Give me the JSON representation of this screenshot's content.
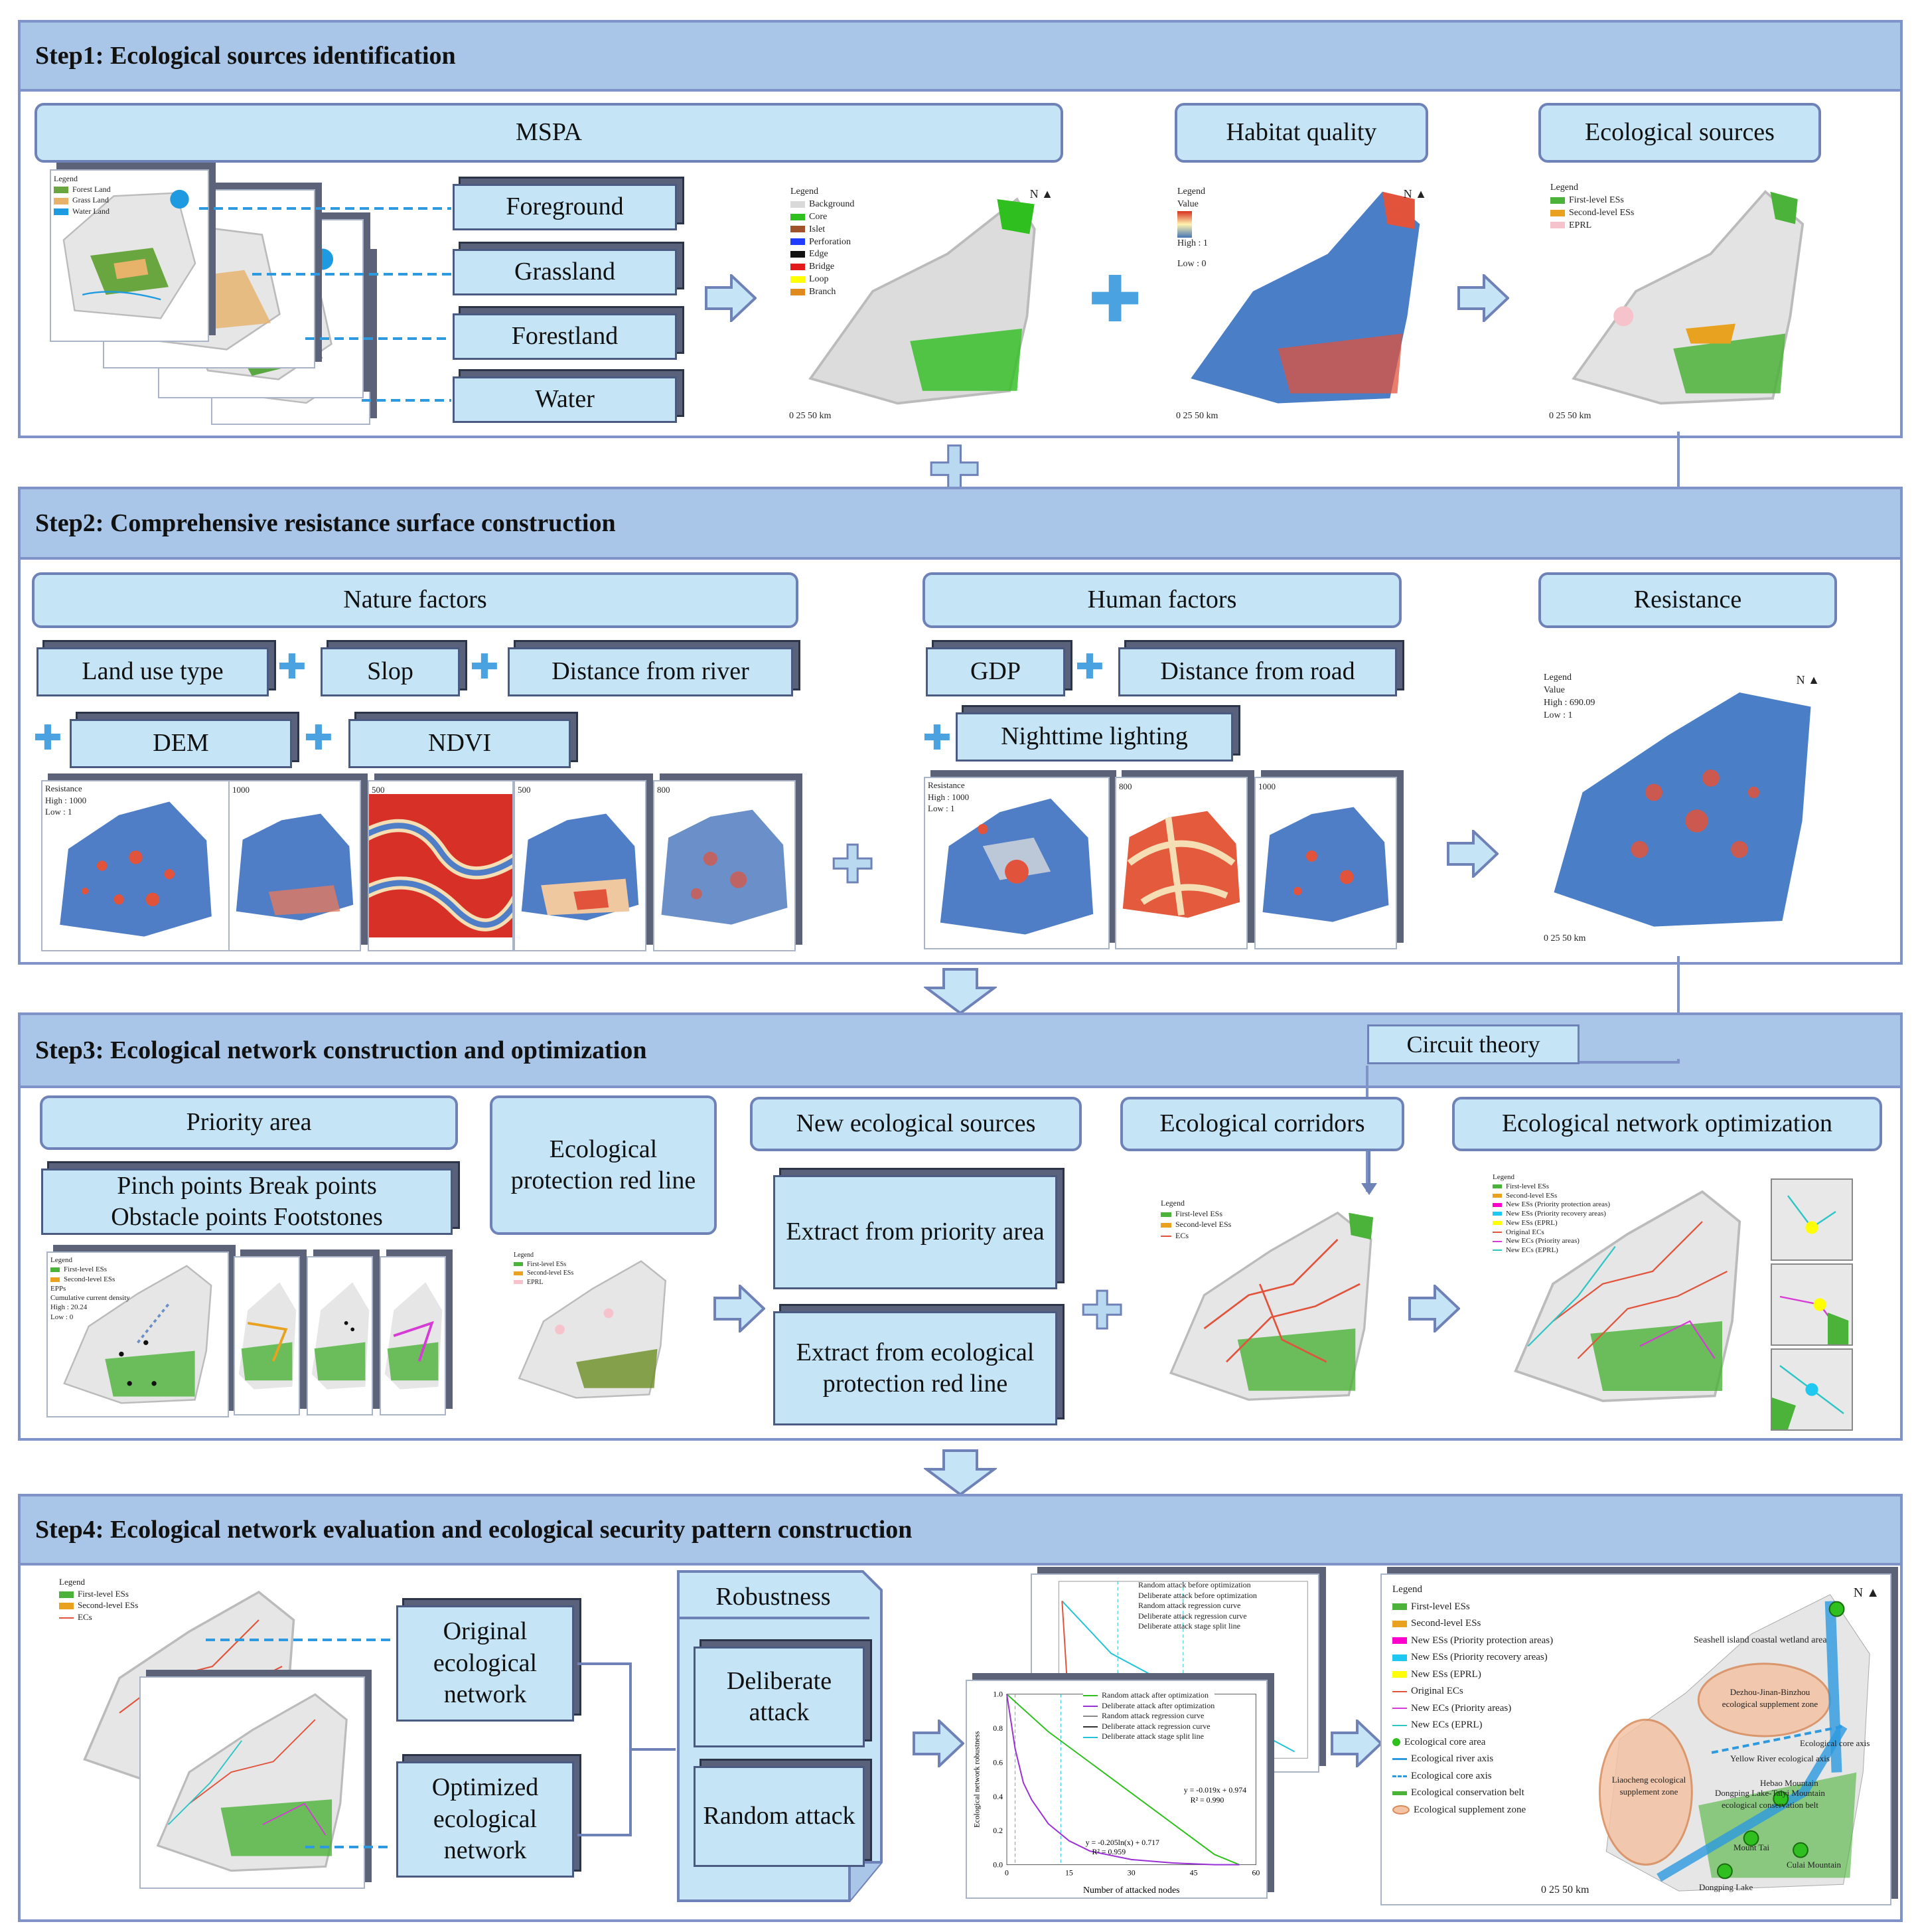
{
  "step1": {
    "title": "Step1: Ecological sources identification",
    "mspa": "MSPA",
    "habitat": "Habitat quality",
    "sources": "Ecological sources",
    "layers": [
      "Foreground",
      "Grassland",
      "Forestland",
      "Water"
    ],
    "landuse_legend": {
      "title": "Legend",
      "items": [
        "Forest Land",
        "Grass Land",
        "Water Land"
      ]
    },
    "mspa_legend": {
      "title": "Legend",
      "items": [
        "Background",
        "Core",
        "Islet",
        "Perforation",
        "Edge",
        "Bridge",
        "Loop",
        "Branch"
      ],
      "colors": [
        "#d9d9d9",
        "#2fbf1f",
        "#a0522d",
        "#1f3cff",
        "#111111",
        "#e31a1c",
        "#ffff00",
        "#e08a1e"
      ]
    },
    "hq_legend": {
      "title": "Legend",
      "value": "Value",
      "high": "High : 1",
      "low": "Low : 0"
    },
    "es_legend": {
      "title": "Legend",
      "items": [
        "First-level ESs",
        "Second-level ESs",
        "EPRL"
      ]
    },
    "scale": "0   25   50 km"
  },
  "step2": {
    "title": "Step2: Comprehensive resistance surface construction",
    "nature": "Nature factors",
    "human": "Human factors",
    "resistance": "Resistance",
    "nature_factors": [
      "Land use type",
      "Slop",
      "Distance from river",
      "DEM",
      "NDVI"
    ],
    "human_factors": [
      "GDP",
      "Distance from road",
      "Nighttime lighting"
    ],
    "res_legend": {
      "title": "Resistance",
      "high": "High : 1000",
      "low": "Low : 1"
    },
    "small_high_values": [
      "1000",
      "500",
      "500",
      "800"
    ],
    "human_small_values": [
      "800",
      "1000"
    ],
    "final_legend": {
      "title": "Legend",
      "value": "Value",
      "high": "High : 690.09",
      "low": "Low : 1"
    },
    "scale": "0  25  50 km"
  },
  "step3": {
    "title": "Step3: Ecological network construction and optimization",
    "circuit": "Circuit theory",
    "priority": "Priority area",
    "points_line1": "Pinch points  Break points",
    "points_line2": "Obstacle points  Footstones",
    "eprl": "Ecological protection red line",
    "new_sources": "New ecological sources",
    "extract1": "Extract from priority area",
    "extract2": "Extract from ecological protection red line",
    "corridors": "Ecological corridors",
    "optimization": "Ecological network optimization",
    "priority_legend": {
      "title": "Legend",
      "items": [
        "First-level ESs",
        "Second-level ESs",
        "EPPs",
        "Cumulative current density",
        "High : 20.24",
        "Low : 0"
      ]
    },
    "eprl_legend": {
      "title": "Legend",
      "items": [
        "First-level ESs",
        "Second-level ESs",
        "EPRL"
      ]
    },
    "corr_legend": {
      "title": "Legend",
      "items": [
        "First-level ESs",
        "Second-level ESs",
        "ECs"
      ]
    },
    "opt_legend": {
      "title": "Legend",
      "items": [
        "First-level ESs",
        "Second-level ESs",
        "New ESs (Priority protection areas)",
        "New ESs (Priority recovery areas)",
        "New ESs (EPRL)",
        "Original ECs",
        "New ECs (Priority areas)",
        "New ECs (EPRL)"
      ]
    }
  },
  "step4": {
    "title": "Step4: Ecological network evaluation and ecological security pattern construction",
    "original": "Original ecological network",
    "optimized": "Optimized ecological network",
    "robustness": "Robustness",
    "deliberate": "Deliberate attack",
    "random": "Random attack",
    "net_legend": {
      "title": "Legend",
      "items": [
        "First-level ESs",
        "Second-level ESs",
        "ECs"
      ]
    },
    "chart_back_legend": [
      "Random attack before optimization",
      "Deliberate attack before optimization",
      "Random attack regression curve",
      "Deliberate attack regression curve",
      "Deliberate attack stage split line"
    ],
    "chart_front_legend": [
      "Random attack after optimization",
      "Deliberate attack after optimization",
      "Random attack regression curve",
      "Deliberate attack regression curve",
      "Deliberate attack stage split line"
    ],
    "eq1": "y = -0.019x + 0.974",
    "r1": "R² = 0.990",
    "eq2": "y = -0.205ln(x) + 0.717",
    "r2": "R² = 0.959",
    "esp_legend": {
      "title": "Legend",
      "items": [
        "First-level ESs",
        "Second-level ESs",
        "New ESs (Priority protection areas)",
        "New ESs (Priority recovery areas)",
        "New ESs (EPRL)",
        "Original ECs",
        "New ECs (Priority areas)",
        "New ECs (EPRL)",
        "Ecological core area",
        "Ecological river axis",
        "Ecological core axis",
        "Ecological conservation belt",
        "Ecological supplement zone"
      ]
    },
    "esp_labels": [
      "Seashell island coastal wetland area",
      "Dezhou-Jinan-Binzhou ecological supplement zone",
      "Ecological core axis",
      "Yellow River ecological axis",
      "Liaocheng ecological supplement zone",
      "Dongping Lake-Taiyi Mountain ecological conservation belt",
      "Hebao Mountain",
      "Mount Tai",
      "Culai Mountain",
      "Dongping Lake"
    ]
  },
  "chart_data": {
    "type": "line",
    "title": "",
    "xlabel": "Number of attacked nodes",
    "ylabel": "Ecological network robustness",
    "xlim": [
      0,
      60
    ],
    "ylim": [
      0,
      1.0
    ],
    "xticks": [
      0,
      15,
      30,
      45,
      60
    ],
    "yticks": [
      0.0,
      0.2,
      0.4,
      0.6,
      0.8,
      1.0
    ],
    "series": [
      {
        "name": "Random attack after optimization",
        "x": [
          0,
          10,
          20,
          30,
          40,
          50,
          56
        ],
        "y": [
          1.0,
          0.78,
          0.6,
          0.42,
          0.24,
          0.06,
          0.0
        ]
      },
      {
        "name": "Deliberate attack after optimization",
        "x": [
          0,
          2,
          4,
          6,
          10,
          15,
          20,
          30,
          40,
          50,
          56
        ],
        "y": [
          1.0,
          0.68,
          0.48,
          0.38,
          0.24,
          0.14,
          0.08,
          0.03,
          0.01,
          0.0,
          0.0
        ]
      }
    ],
    "annotations": [
      "y = -0.019x + 0.974",
      "R² = 0.990",
      "y = -0.205ln(x) + 0.717",
      "R² = 0.959"
    ]
  }
}
